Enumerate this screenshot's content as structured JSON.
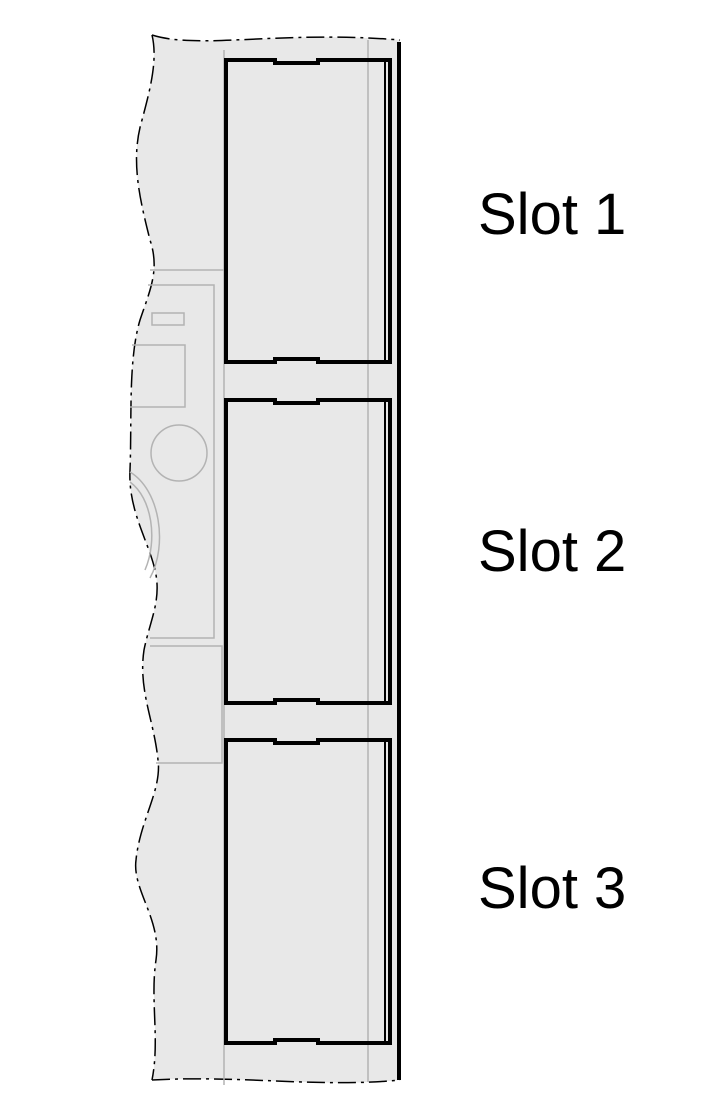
{
  "colors": {
    "panel_fill": "#e8e8e8",
    "outline": "#000000",
    "thin_line": "#b3b3b3",
    "background": "#ffffff"
  },
  "slots": [
    {
      "label": "Slot 1"
    },
    {
      "label": "Slot 2"
    },
    {
      "label": "Slot 3"
    }
  ]
}
